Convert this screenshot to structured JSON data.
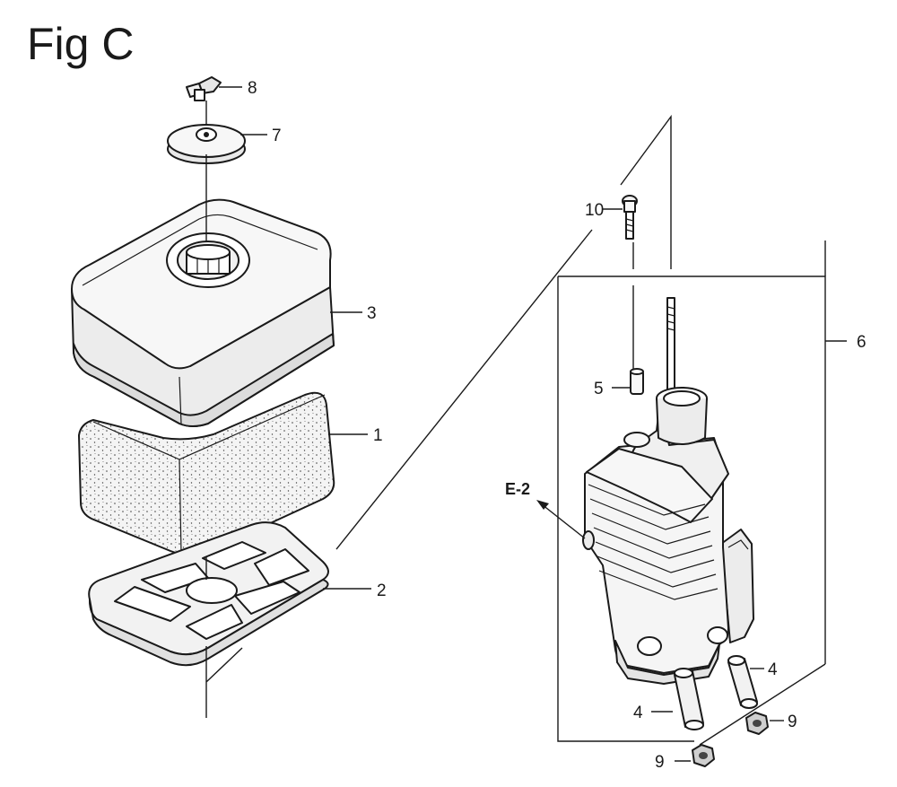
{
  "figure": {
    "title": "Fig C"
  },
  "callouts": [
    {
      "id": "c8",
      "label": "8"
    },
    {
      "id": "c7",
      "label": "7"
    },
    {
      "id": "c3",
      "label": "3"
    },
    {
      "id": "c1",
      "label": "1"
    },
    {
      "id": "c2",
      "label": "2"
    },
    {
      "id": "c10",
      "label": "10"
    },
    {
      "id": "c6",
      "label": "6"
    },
    {
      "id": "c5",
      "label": "5"
    },
    {
      "id": "c4a",
      "label": "4"
    },
    {
      "id": "c4b",
      "label": "4"
    },
    {
      "id": "c9a",
      "label": "9"
    },
    {
      "id": "c9b",
      "label": "9"
    }
  ],
  "reference": {
    "label": "E-2"
  }
}
